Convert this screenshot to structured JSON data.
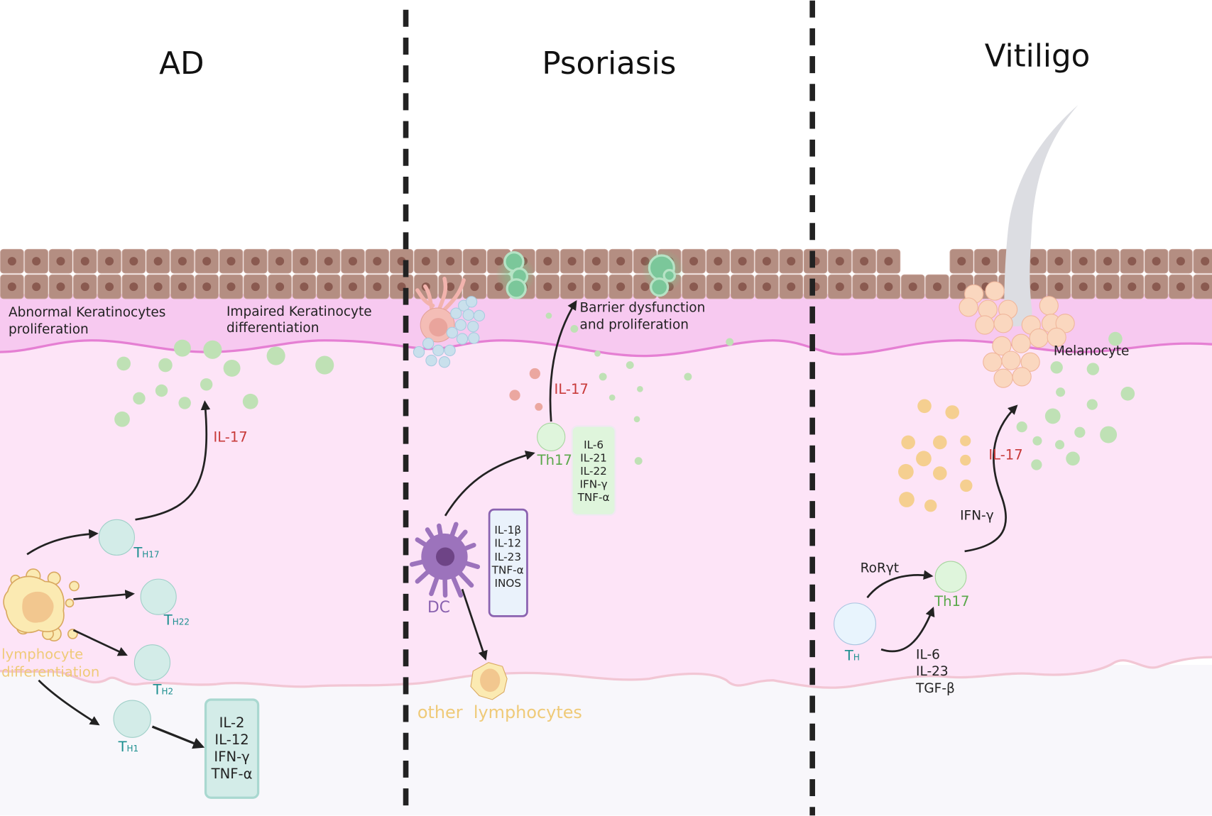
{
  "panels": {
    "ad": {
      "title": "AD",
      "epidermis_label_1": [
        "Abnormal Keratinocytes",
        "proliferation"
      ],
      "epidermis_label_2": [
        "Impaired Keratinocyte",
        "differentiation"
      ],
      "cytokine_arrow": "IL-17",
      "source_cell": [
        "lymphocyte",
        "differentiation"
      ],
      "t_cells": [
        {
          "main": "T",
          "sub": "H17"
        },
        {
          "main": "T",
          "sub": "H22"
        },
        {
          "main": "T",
          "sub": "H2"
        },
        {
          "main": "T",
          "sub": "H1"
        }
      ],
      "cytokine_box": [
        "IL-2",
        "IL-12",
        "IFN-γ",
        "TNF-α"
      ]
    },
    "psoriasis": {
      "title": "Psoriasis",
      "barrier_label": [
        "Barrier dysfunction",
        "and proliferation"
      ],
      "cytokine_arrow": "IL-17",
      "th17_label": "Th17",
      "th17_box": [
        "IL-6",
        "IL-21",
        "IL-22",
        "IFN-γ",
        "TNF-α"
      ],
      "dc_label": "DC",
      "dc_box": [
        "IL-1β",
        "IL-12",
        "IL-23",
        "TNF-α",
        "INOS"
      ],
      "other_label": "other  lymphocytes"
    },
    "vitiligo": {
      "title": "Vitiligo",
      "melanocyte_label": "Melanocyte",
      "cytokine_arrow": "IL-17",
      "ifn_label": "IFN-γ",
      "roryt_label": "RoRγt",
      "th17_label": "Th17",
      "th_label": {
        "main": "T",
        "sub": "H"
      },
      "inducers": [
        "IL-6",
        "IL-23",
        "TGF-β"
      ]
    }
  },
  "colors": {
    "keratinocyte": "#b48e82",
    "nucleus": "#8a5a50",
    "epidermis": "#f7c9f0",
    "dermis": "#fde4f7",
    "basement": "#e57fd3",
    "hypodermis": "#f8f7fb",
    "tcell": "#d3ece8",
    "il17_red": "#c83a3a",
    "th17_green": "#5aa84a",
    "dc_purple": "#9c73bc"
  }
}
